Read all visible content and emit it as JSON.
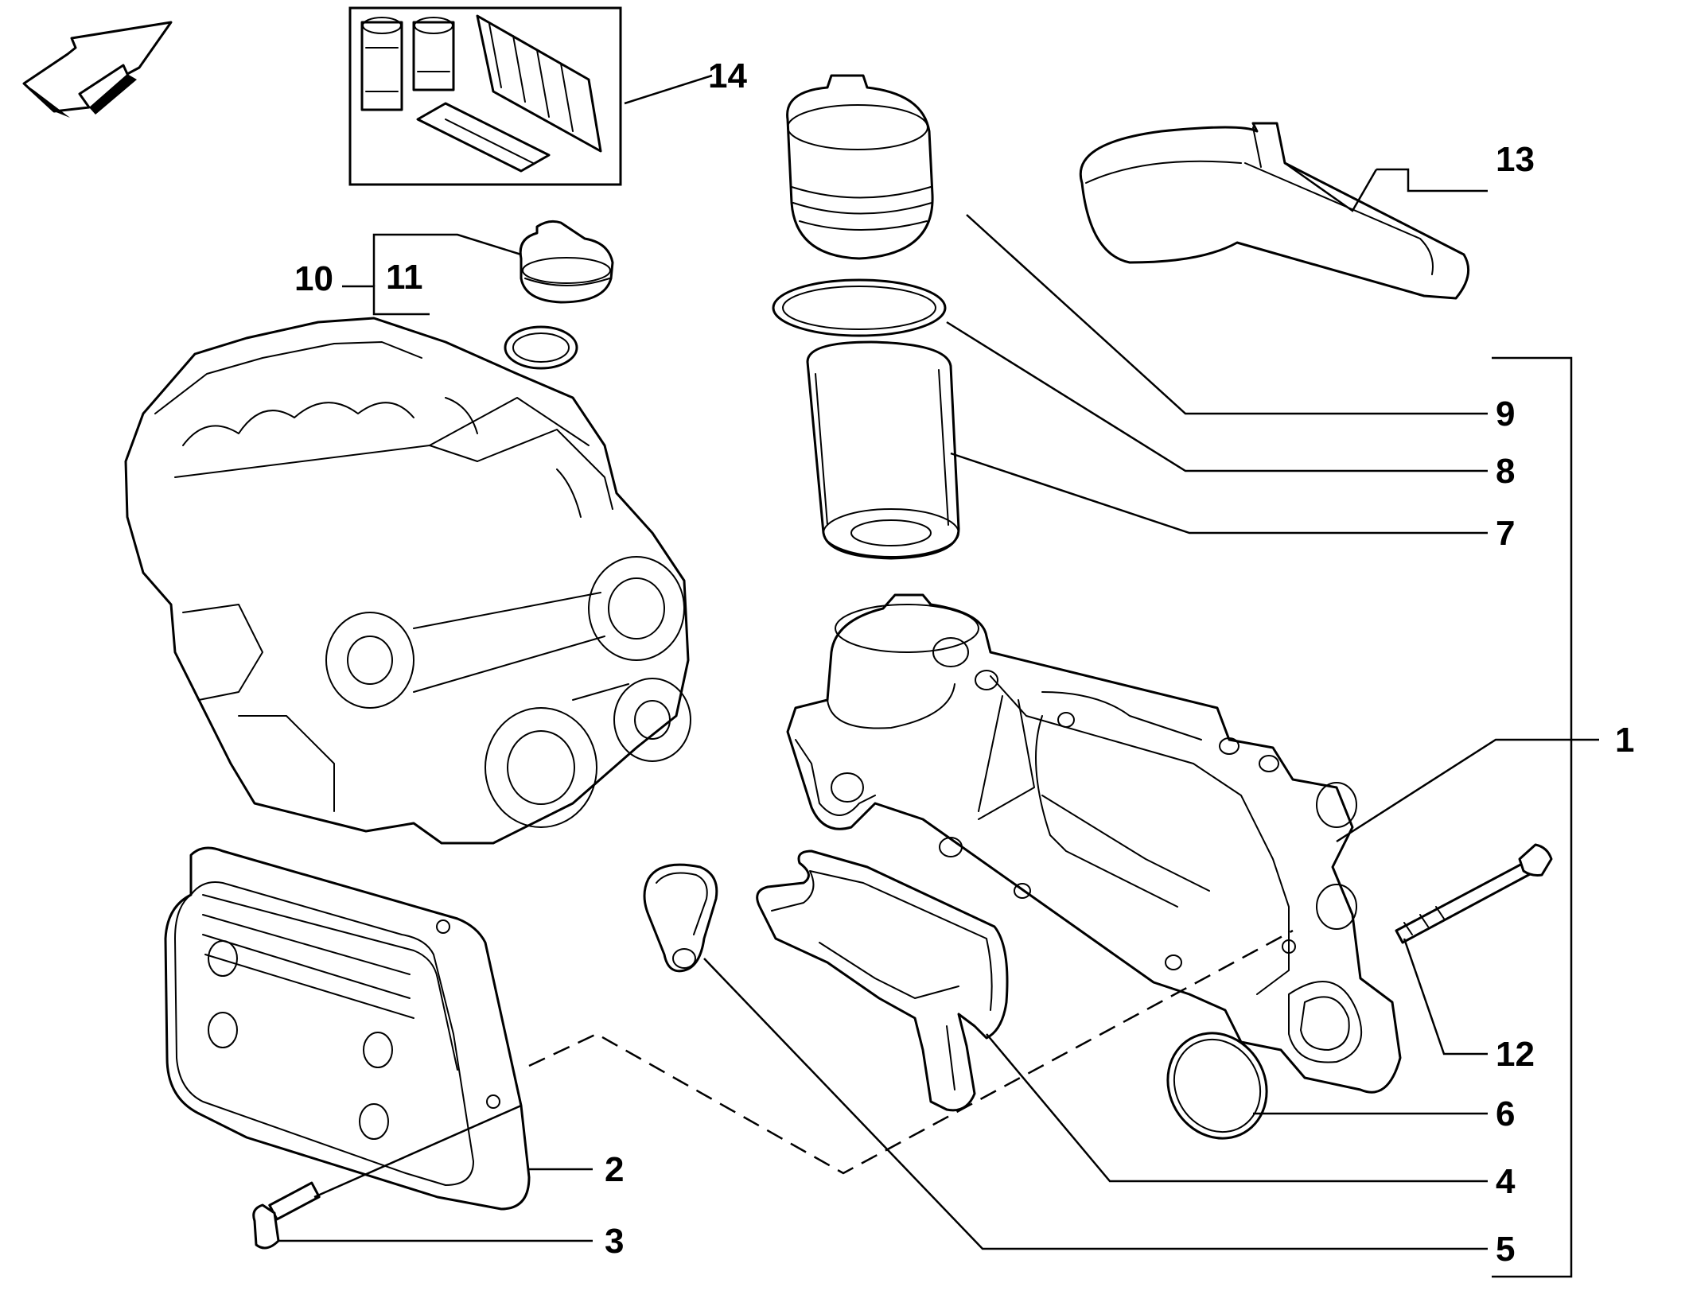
{
  "callouts": [
    {
      "id": "1",
      "label": "1"
    },
    {
      "id": "2",
      "label": "2"
    },
    {
      "id": "3",
      "label": "3"
    },
    {
      "id": "4",
      "label": "4"
    },
    {
      "id": "5",
      "label": "5"
    },
    {
      "id": "6",
      "label": "6"
    },
    {
      "id": "7",
      "label": "7"
    },
    {
      "id": "8",
      "label": "8"
    },
    {
      "id": "9",
      "label": "9"
    },
    {
      "id": "10",
      "label": "10"
    },
    {
      "id": "11",
      "label": "11"
    },
    {
      "id": "12",
      "label": "12"
    },
    {
      "id": "13",
      "label": "13"
    },
    {
      "id": "14",
      "label": "14"
    }
  ],
  "icons": {
    "orientation": "direction-arrow-icon"
  }
}
